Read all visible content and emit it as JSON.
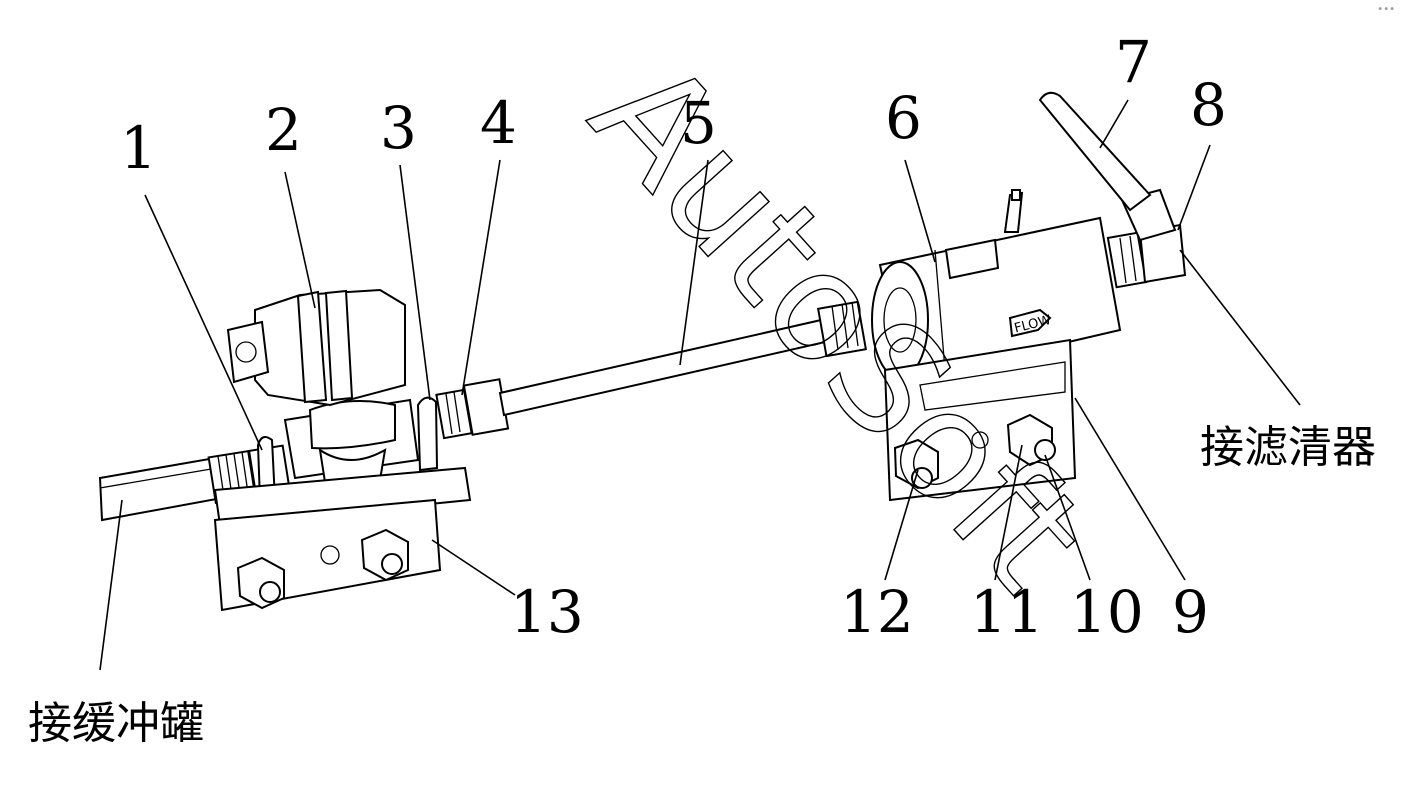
{
  "diagram": {
    "labels": {
      "n1": "1",
      "n2": "2",
      "n3": "3",
      "n4": "4",
      "n5": "5",
      "n6": "6",
      "n7": "7",
      "n8": "8",
      "n9": "9",
      "n10": "10",
      "n11": "11",
      "n12": "12",
      "n13": "13"
    },
    "annotations": {
      "to_filter": "接滤清器",
      "to_buffer_tank": "接缓冲罐"
    },
    "watermark": "AutoSoft",
    "flow_marking": "FLOW"
  }
}
